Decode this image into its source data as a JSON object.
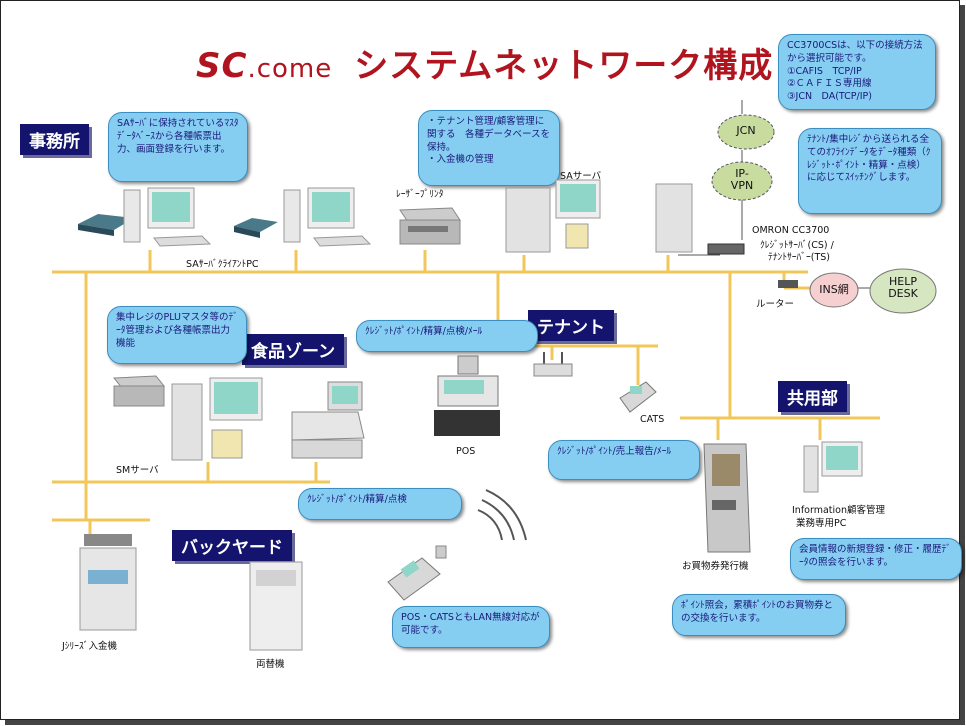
{
  "title": {
    "sc": "SC",
    "come": ".come",
    "system": "システムネットワーク構成"
  },
  "zones": {
    "office": "事務所",
    "food": "食品ゾーン",
    "tenant": "テナント",
    "common": "共用部",
    "backyard": "バックヤード"
  },
  "notes": {
    "sa_server_db": "SAｻｰﾊﾞに保持されているﾏｽﾀﾃﾞｰﾀﾍﾞｰｽから各種帳票出力、画面登録を行います。",
    "tenant_mgmt": "・テナント管理/顧客管理に関する　各種データベースを保持。\n・入金機の管理",
    "cc3700_select": "CC3700CSは、以下の接続方法から選択可能です。\n①CAFIS　TCP/IP\n②ＣＡＦＩＳ専用線\n③JCN　DA(TCP/IP)",
    "tenant_register": "ﾃﾅﾝﾄ/集中ﾚｼﾞから送られる全てのｵﾌﾗｲﾝﾃﾞｰﾀをﾃﾞｰﾀ種類（ｸﾚｼﾞｯﾄ･ﾎﾟｲﾝﾄ・精算・点検）に応じてｽｲｯﾁﾝｸﾞします。",
    "plu_master": "集中レジのPLUマスタ等のﾃﾞｰﾀ管理および各種帳票出力機能",
    "pos_tenant": "ｸﾚｼﾞｯﾄ/ﾎﾟｲﾝﾄ/精算/点検/ﾒｰﾙ",
    "cats_tenant": "ｸﾚｼﾞｯﾄ/ﾎﾟｲﾝﾄ/売上報告/ﾒｰﾙ",
    "food_register": "ｸﾚｼﾞｯﾄ/ﾎﾟｲﾝﾄ/精算/点検",
    "wireless": "POS・CATSともLAN無線対応が可能です。",
    "point_voucher": "ﾎﾟｲﾝﾄ照会，累積ﾎﾟｲﾝﾄのお買物券との交換を行います。",
    "member_info": "会員情報の新規登録・修正・履歴ﾃﾞｰﾀの照会を行います。"
  },
  "labels": {
    "sa_client_pc": "SAｻｰﾊﾞｸﾗｲｱﾝﾄPC",
    "laser_printer": "ﾚｰｻﾞｰﾌﾟﾘﾝﾀ",
    "sa_server": "SAサーバ",
    "omron_1": "OMRON  CC3700",
    "omron_2": "ｸﾚｼﾞｯﾄｻｰﾊﾞ(CS) /",
    "omron_3": "ﾃﾅﾝﾄｻｰﾊﾞｰ(TS)",
    "router": "ルーター",
    "sm_server": "SMサーバ",
    "pos": "POS",
    "cats": "CATS",
    "info_1": "Information顧客管理",
    "info_2": "業務専用PC",
    "voucher_machine": "お買物券発行機",
    "j_series": "Jｼﾘｰｽﾞ入金機",
    "exchange": "両替機"
  },
  "clouds": {
    "jcn": "JCN",
    "ipvpn": "IP-\nVPN",
    "ins": "INS網",
    "help": "HELP\nDESK"
  },
  "colors": {
    "title_red": "#b0141e",
    "zone_navy": "#14146e",
    "note_blue": "#86cdf2",
    "network_line": "#f0c048"
  }
}
